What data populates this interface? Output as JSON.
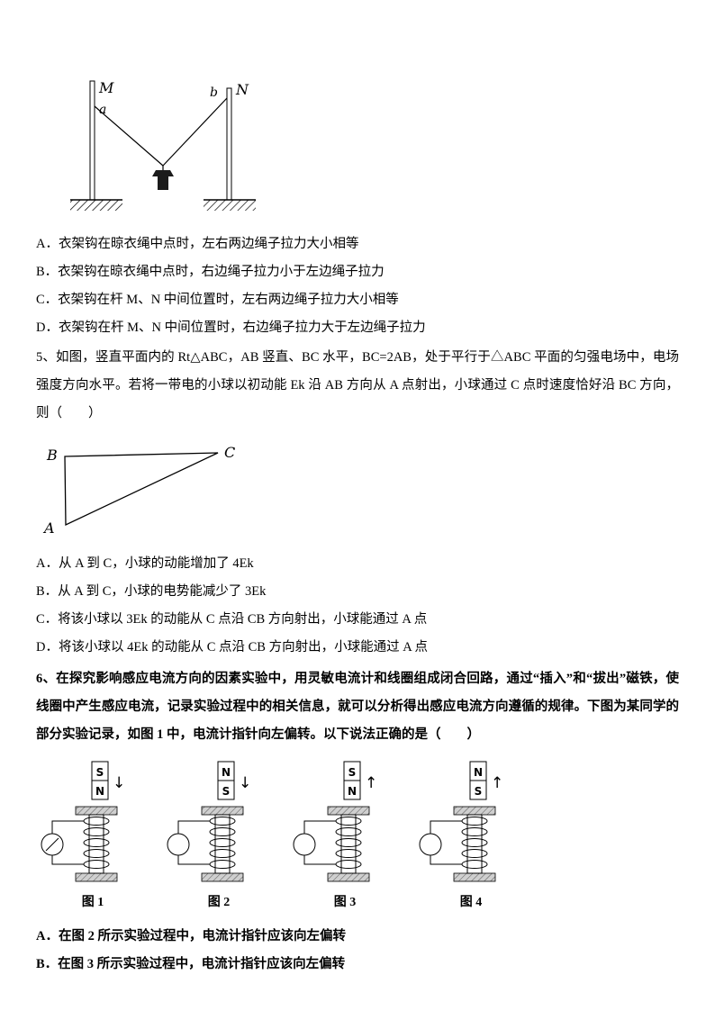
{
  "q4": {
    "figure": {
      "left_pole_label": "M",
      "left_rope_label": "a",
      "right_rope_label": "b",
      "right_pole_label": "N"
    },
    "options": [
      "A．衣架钩在晾衣绳中点时，左右两边绳子拉力大小相等",
      "B．衣架钩在晾衣绳中点时，右边绳子拉力小于左边绳子拉力",
      "C．衣架钩在杆 M、N 中间位置时，左右两边绳子拉力大小相等",
      "D．衣架钩在杆 M、N 中间位置时，右边绳子拉力大于左边绳子拉力"
    ]
  },
  "q5": {
    "stem": "5、如图，竖直平面内的 Rt△ABC，AB 竖直、BC 水平，BC=2AB，处于平行于△ABC 平面的匀强电场中，电场强度方向水平。若将一带电的小球以初动能 Ek 沿 AB 方向从 A 点射出，小球通过 C 点时速度恰好沿 BC 方向，则（　　）",
    "figure": {
      "top_left": "B",
      "top_right": "C",
      "bottom_left": "A"
    },
    "options": [
      "A．从 A 到 C，小球的动能增加了 4Ek",
      "B．从 A 到 C，小球的电势能减少了 3Ek",
      "C．将该小球以 3Ek 的动能从 C 点沿 CB 方向射出，小球能通过 A 点",
      "D．将该小球以 4Ek 的动能从 C 点沿 CB 方向射出，小球能通过 A 点"
    ]
  },
  "q6": {
    "stem": "6、在探究影响感应电流方向的因素实验中，用灵敏电流计和线圈组成闭合回路，通过“插入”和“拔出”磁铁，使线圈中产生感应电流，记录实验过程中的相关信息，就可以分析得出感应电流方向遵循的规律。下图为某同学的部分实验记录，如图 1 中，电流计指针向左偏转。以下说法正确的是（　　）",
    "figure": {
      "units": [
        {
          "caption": "图 1",
          "magnet_top": "S",
          "magnet_bottom": "N",
          "arrow": "↓"
        },
        {
          "caption": "图 2",
          "magnet_top": "N",
          "magnet_bottom": "S",
          "arrow": "↓"
        },
        {
          "caption": "图 3",
          "magnet_top": "S",
          "magnet_bottom": "N",
          "arrow": "↑"
        },
        {
          "caption": "图 4",
          "magnet_top": "N",
          "magnet_bottom": "S",
          "arrow": "↑"
        }
      ]
    },
    "options": [
      "A．在图 2 所示实验过程中，电流计指针应该向左偏转",
      "B．在图 3 所示实验过程中，电流计指针应该向左偏转"
    ]
  }
}
